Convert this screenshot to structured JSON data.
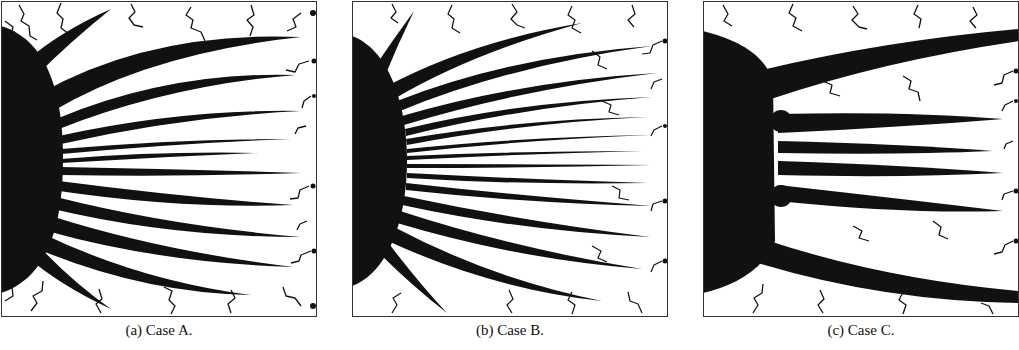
{
  "diagram": {
    "labels": [
      "(a) Case A.",
      "(b) Case B.",
      "(c) Case C."
    ]
  }
}
